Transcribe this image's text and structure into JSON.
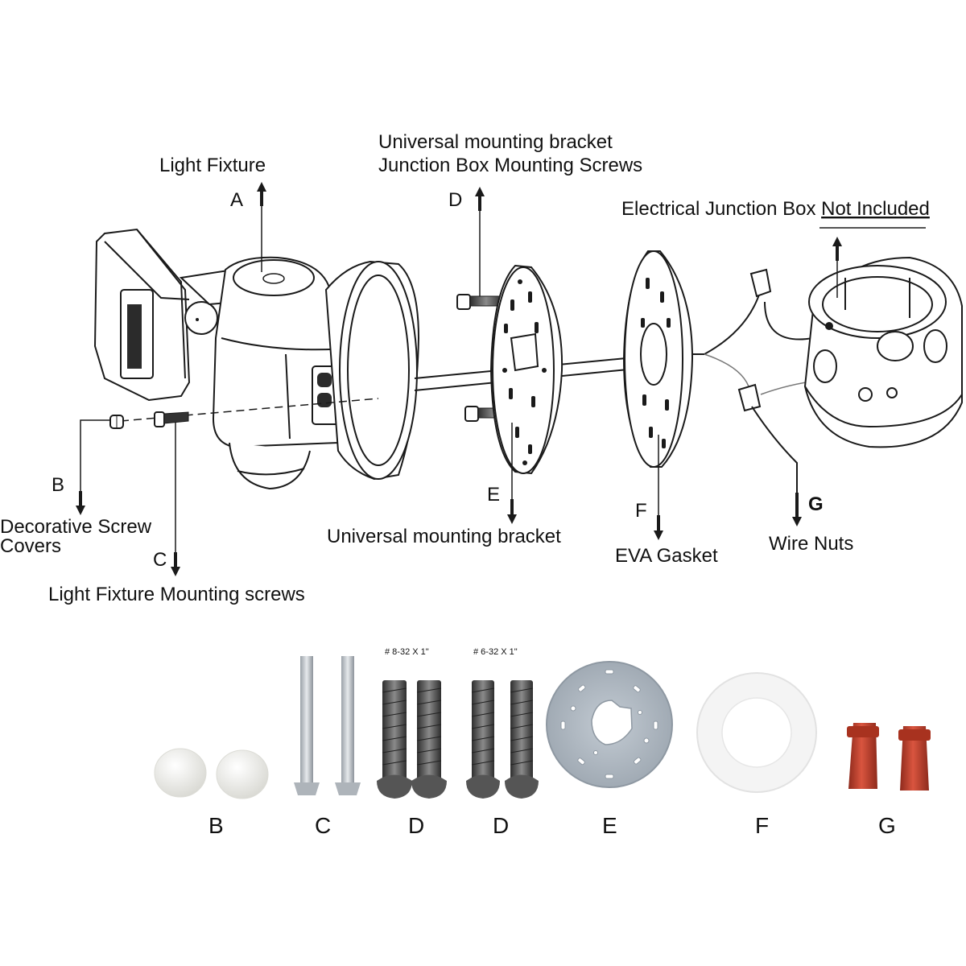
{
  "labels": {
    "light_fixture": "Light Fixture",
    "bracket_screws_line1": "Universal mounting bracket",
    "bracket_screws_line2": "Junction Box Mounting Screws",
    "junction_box_prefix": "Electrical Junction Box ",
    "junction_box_underlined": "Not Included",
    "decorative_line1": "Decorative Screw",
    "decorative_line2": "Covers",
    "fixture_screws": "Light Fixture Mounting screws",
    "bracket": "Universal mounting bracket",
    "gasket": "EVA Gasket",
    "wire_nuts": "Wire Nuts"
  },
  "callouts": {
    "a": "A",
    "b": "B",
    "c": "C",
    "d": "D",
    "e": "E",
    "f": "F",
    "g": "G"
  },
  "parts": {
    "b": "B",
    "c": "C",
    "d1": "D",
    "d2": "D",
    "e": "E",
    "f": "F",
    "g": "G",
    "spec_d1": "# 8-32 X 1\"",
    "spec_d2": "# 6-32 X 1\""
  },
  "colors": {
    "ink": "#1a1a1a",
    "cap": "#f2f2ee",
    "screw_silver": "#c9cdd2",
    "screw_dark": "#4a4a4a",
    "bracket_plate": "#a9b3bd",
    "gasket": "#f6f6f6",
    "wire_nut": "#c2402e"
  }
}
